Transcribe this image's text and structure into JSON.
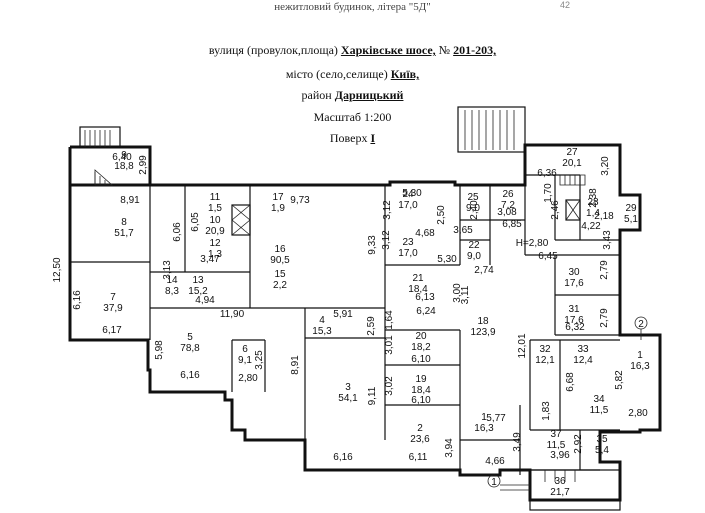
{
  "header": {
    "line1": "нежитловий будинок, літера \"5Д\"",
    "corner_mark": "42",
    "street_prefix": "вулиця (провулок,площа)",
    "street_name": "Харківське шосе,",
    "number_prefix": "№",
    "number": "201-203,",
    "city_prefix": "місто (село,селище)",
    "city": "Київ,",
    "district_prefix": "район",
    "district": "Дарницький",
    "scale": "Масштаб 1:200",
    "floor_prefix": "Поверх",
    "floor": "I"
  },
  "plan": {
    "height_note": "H=2,80",
    "rooms": [
      {
        "num": "9",
        "area": "18,8"
      },
      {
        "num": "8",
        "area": "51,7"
      },
      {
        "num": "7",
        "area": "37,9"
      },
      {
        "num": "5",
        "area": "78,8"
      },
      {
        "num": "6",
        "area": "9,1"
      },
      {
        "num": "11",
        "area": "1,5"
      },
      {
        "num": "10",
        "area": "20,9"
      },
      {
        "num": "12",
        "area": "1,3"
      },
      {
        "num": "14",
        "area": "8,3"
      },
      {
        "num": "13",
        "area": "15,2"
      },
      {
        "num": "17",
        "area": "1,9"
      },
      {
        "num": "16",
        "area": "90,5"
      },
      {
        "num": "15",
        "area": "2,2"
      },
      {
        "num": "4",
        "area": "15,3"
      },
      {
        "num": "3",
        "area": "54,1"
      },
      {
        "num": "24",
        "area": "17,0"
      },
      {
        "num": "25",
        "area": "9,0"
      },
      {
        "num": "26",
        "area": "7,2"
      },
      {
        "num": "23",
        "area": "17,0"
      },
      {
        "num": "22",
        "area": "9,0"
      },
      {
        "num": "21",
        "area": "18,4"
      },
      {
        "num": "20",
        "area": "18,2"
      },
      {
        "num": "19",
        "area": "18,4"
      },
      {
        "num": "2",
        "area": "23,6"
      },
      {
        "num": "18",
        "area": "123,9"
      },
      {
        "num": "1",
        "area": "16,3"
      },
      {
        "num": "27",
        "area": "20,1"
      },
      {
        "num": "28",
        "area": "1,4"
      },
      {
        "num": "29",
        "area": "5,1"
      },
      {
        "num": "30",
        "area": "17,6"
      },
      {
        "num": "31",
        "area": "17,6"
      },
      {
        "num": "32",
        "area": "12,1"
      },
      {
        "num": "33",
        "area": "12,4"
      },
      {
        "num": "34",
        "area": "11,5"
      },
      {
        "num": "37",
        "area": "11,5"
      },
      {
        "num": "35",
        "area": "5,4"
      },
      {
        "num": "36",
        "area": "21,7"
      },
      {
        "num": "1",
        "area": "16,3"
      }
    ],
    "dimensions": [
      "6,40",
      "2,99",
      "8,91",
      "6,06",
      "6,05",
      "12,50",
      "6,16",
      "6,17",
      "5,98",
      "6,16",
      "3,25",
      "2,80",
      "3,13",
      "3,47",
      "4,94",
      "11,90",
      "9,73",
      "5,30",
      "3,12",
      "2,50",
      "2,40",
      "3,08",
      "6,85",
      "4,68",
      "3,65",
      "3,12",
      "5,30",
      "2,74",
      "9,33",
      "3,00",
      "3,11",
      "6,13",
      "6,24",
      "5,91",
      "2,59",
      "1,64",
      "8,91",
      "3,01",
      "6,10",
      "3,02",
      "6,10",
      "9,11",
      "3,94",
      "6,16",
      "6,11",
      "5,77",
      "3,49",
      "4,66",
      "6,36",
      "3,20",
      "1,70",
      "2,46",
      "2,38",
      "2,18",
      "4,22",
      "3,43",
      "6,45",
      "2,79",
      "6,32",
      "2,79",
      "12,01",
      "6,68",
      "1,83",
      "2,92",
      "3,96",
      "5,82",
      "2,80"
    ],
    "axis_marks": [
      "1",
      "2"
    ]
  }
}
